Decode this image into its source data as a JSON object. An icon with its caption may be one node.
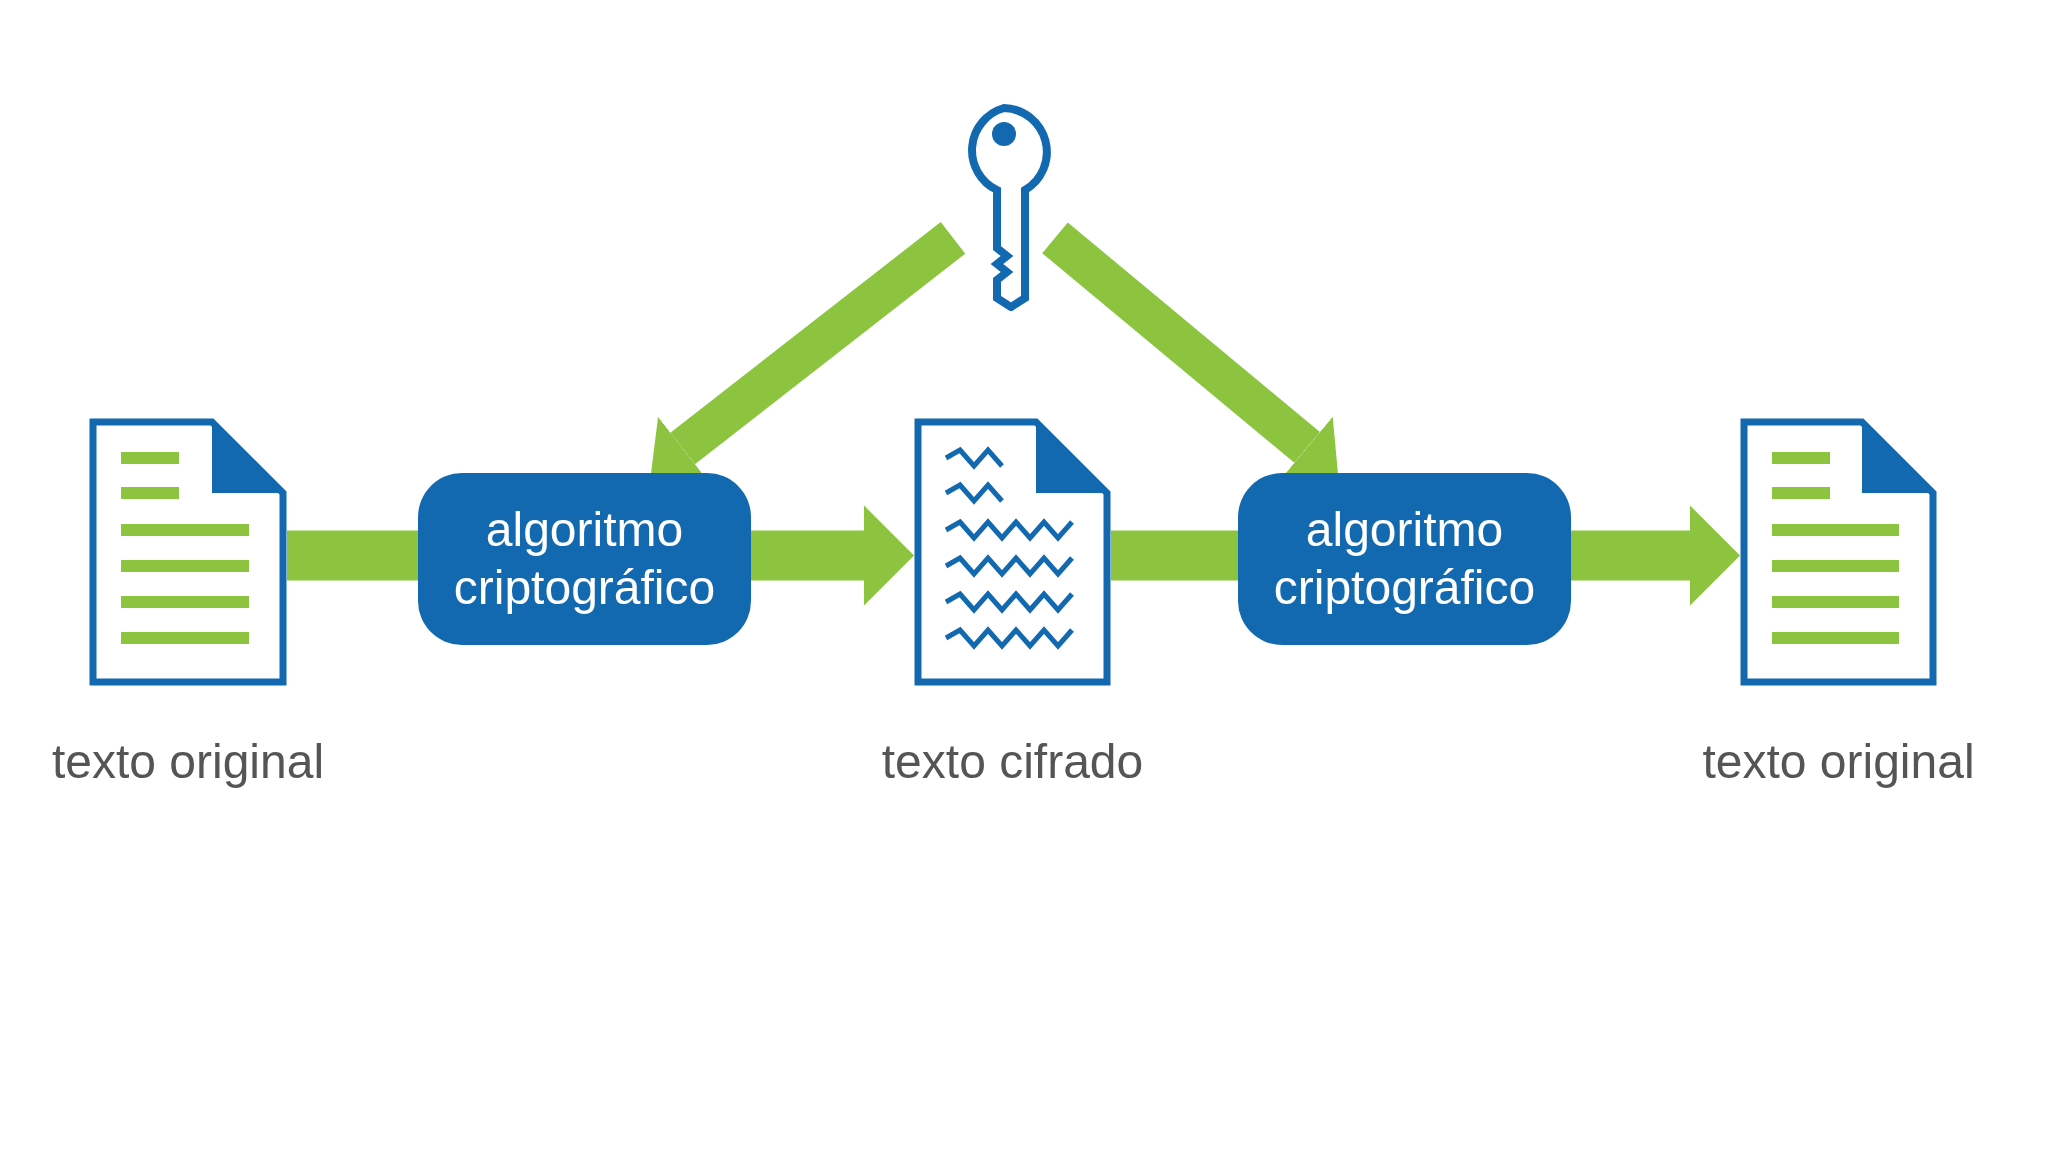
{
  "diagram": {
    "nodes": [
      {
        "text": [],
        "shape": "document",
        "beside": [
          "texto original"
        ]
      },
      {
        "text": [
          "algoritmo criptográfico"
        ]
      },
      {
        "text": [],
        "shape": "document",
        "beside": [
          "texto cifrado"
        ]
      },
      {
        "text": [
          "algoritmo criptográfico"
        ]
      },
      {
        "text": [],
        "shape": "document",
        "beside": [
          "texto original"
        ]
      },
      {
        "text": [],
        "shape": "key"
      }
    ],
    "edges": [
      {
        "from": 0,
        "to": 1,
        "arrow": "none"
      },
      {
        "from": 1,
        "to": 2,
        "arrow": "to"
      },
      {
        "from": 2,
        "to": 3,
        "arrow": "none"
      },
      {
        "from": 3,
        "to": 4,
        "arrow": "to"
      },
      {
        "from": 5,
        "to": 1,
        "arrow": "to"
      },
      {
        "from": 5,
        "to": 3,
        "arrow": "to"
      }
    ]
  }
}
